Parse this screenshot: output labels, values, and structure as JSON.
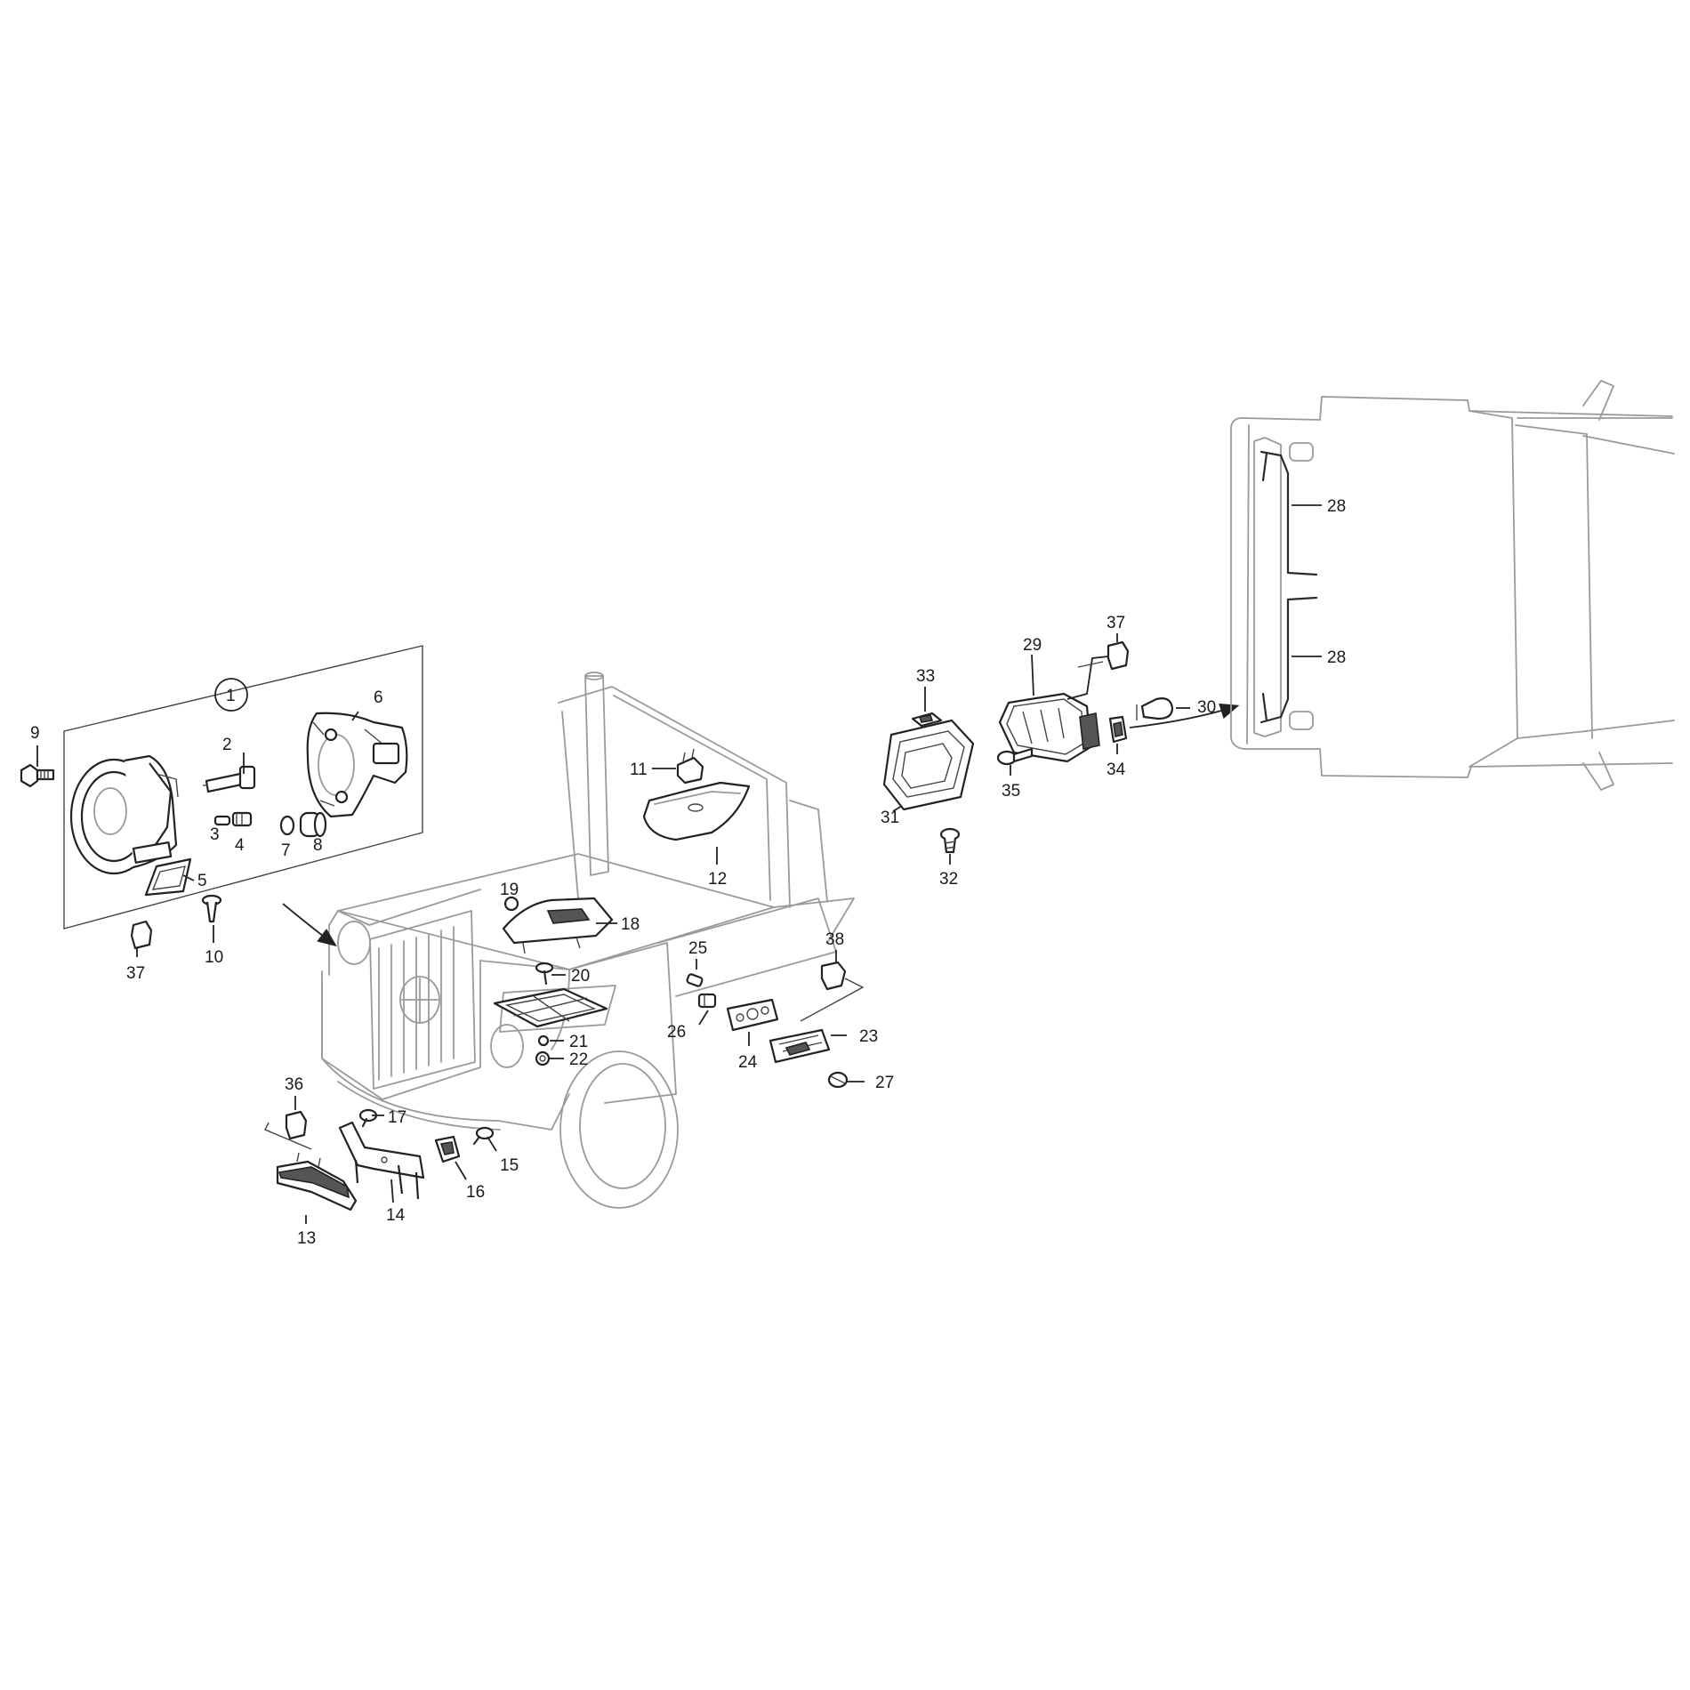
{
  "labels": {
    "l1": "1",
    "l2": "2",
    "l3": "3",
    "l4": "4",
    "l5": "5",
    "l6": "6",
    "l7": "7",
    "l8": "8",
    "l9": "9",
    "l10": "10",
    "l11": "11",
    "l12": "12",
    "l13": "13",
    "l14": "14",
    "l15": "15",
    "l16": "16",
    "l17": "17",
    "l18": "18",
    "l19": "19",
    "l20": "20",
    "l21": "21",
    "l22": "22",
    "l23": "23",
    "l24": "24",
    "l25": "25",
    "l26": "26",
    "l27": "27",
    "l28a": "28",
    "l28b": "28",
    "l29": "29",
    "l30": "30",
    "l31": "31",
    "l32": "32",
    "l33": "33",
    "l34": "34",
    "l35": "35",
    "l36": "36",
    "l37a": "37",
    "l37b": "37",
    "l38": "38"
  }
}
